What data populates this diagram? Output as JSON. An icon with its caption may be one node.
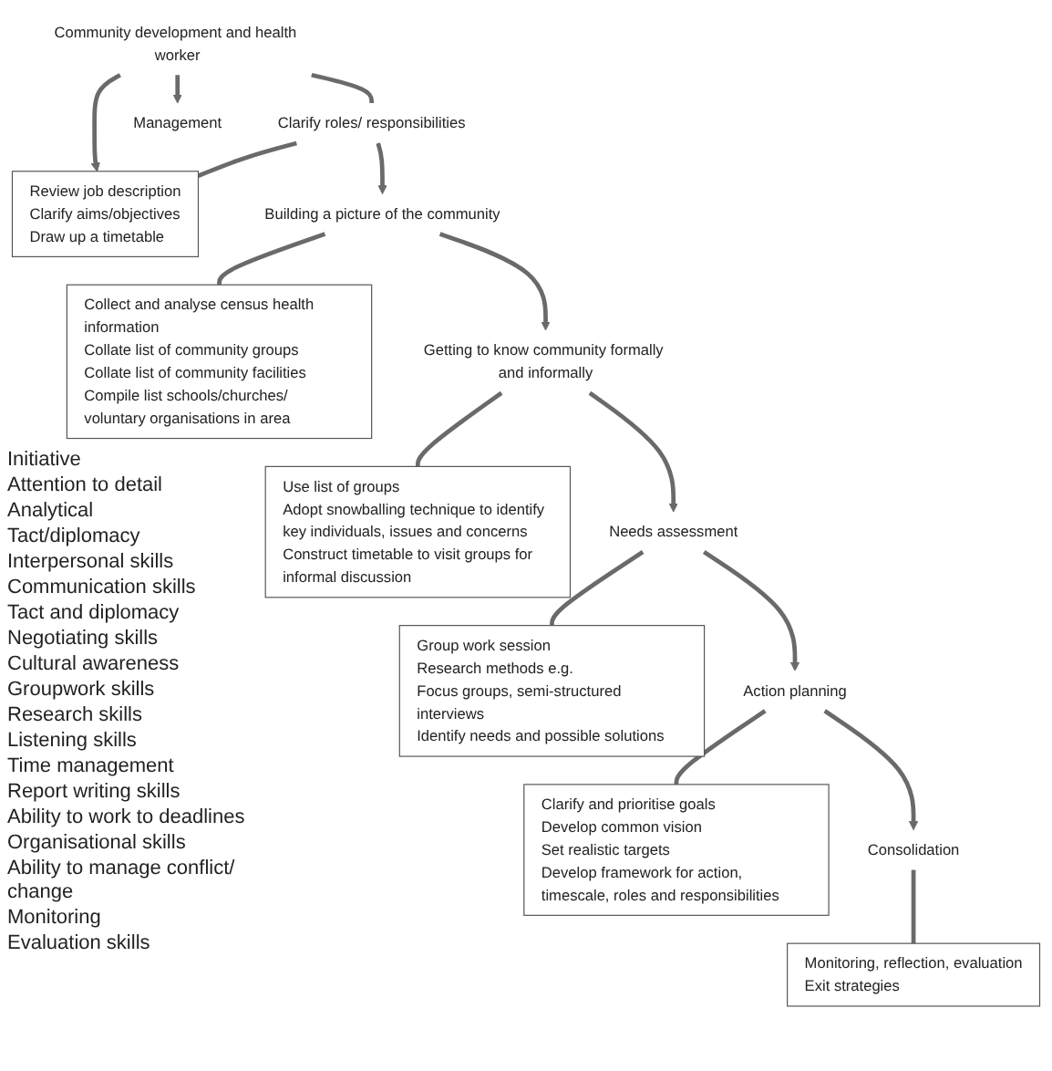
{
  "diagram": {
    "nodes": [
      {
        "text": [
          "Community development and health worker"
        ]
      },
      {
        "text": [
          "Clarify roles/ responsibilities"
        ]
      },
      {
        "text": [
          "Review job description",
          "Clarify aims/objectives",
          "Draw up a timetable"
        ]
      },
      {
        "text": [
          "Management"
        ]
      },
      {
        "text": [
          "Building a picture of the community"
        ]
      },
      {
        "text": [
          "Collect and analyse census health information",
          "Collate list of community groups",
          "Collate list of community facilities",
          "Compile list schools/churches/ voluntary organisations in area"
        ]
      },
      {
        "text": [
          "Getting to know community formally and informally"
        ]
      },
      {
        "text": [
          "Use list of groups",
          "Adopt snowballing technique to identify key individuals, issues and concerns",
          "Construct timetable to visit groups for informal discussion"
        ]
      },
      {
        "text": [
          "Needs assessment"
        ]
      },
      {
        "text": [
          "Group work session",
          "Research methods e.g.",
          "Focus groups, semi-structured interviews",
          "Identify needs and possible solutions"
        ]
      },
      {
        "text": [
          "Action planning"
        ]
      },
      {
        "text": [
          "Clarify and prioritise goals",
          "Develop common vision",
          "Set realistic targets",
          "Develop framework for action, timescale, roles and responsibilities"
        ]
      },
      {
        "text": [
          "Consolidation"
        ]
      },
      {
        "text": [
          "Monitoring, reflection, evaluation",
          "Exit strategies"
        ]
      }
    ],
    "edges": [
      {
        "from": 0,
        "to": 1,
        "arrow": "none"
      },
      {
        "from": 0,
        "to": 2,
        "arrow": "to"
      },
      {
        "from": 0,
        "to": 3,
        "arrow": "to"
      },
      {
        "from": 1,
        "to": 2,
        "arrow": "none"
      },
      {
        "from": 1,
        "to": 4,
        "arrow": "to"
      },
      {
        "from": 4,
        "to": 5,
        "arrow": "none"
      },
      {
        "from": 4,
        "to": 6,
        "arrow": "to"
      },
      {
        "from": 6,
        "to": 7,
        "arrow": "none"
      },
      {
        "from": 6,
        "to": 8,
        "arrow": "to"
      },
      {
        "from": 8,
        "to": 9,
        "arrow": "none"
      },
      {
        "from": 8,
        "to": 10,
        "arrow": "to"
      },
      {
        "from": 10,
        "to": 11,
        "arrow": "none"
      },
      {
        "from": 10,
        "to": 12,
        "arrow": "to"
      },
      {
        "from": 12,
        "to": 13,
        "arrow": "none"
      }
    ],
    "labels": [
      "Initiative",
      "Attention to detail",
      "Analytical",
      "Tact/diplomacy",
      "Interpersonal skills",
      "Communication skills",
      "Tact and diplomacy",
      "Negotiating skills",
      "Cultural awareness",
      "Groupwork skills",
      "Research skills",
      "Listening skills",
      "Time management",
      "Report writing skills",
      "Ability to work to deadlines",
      "Organisational skills",
      "Ability to manage conflict/ change",
      "Monitoring",
      "Evaluation skills"
    ]
  }
}
